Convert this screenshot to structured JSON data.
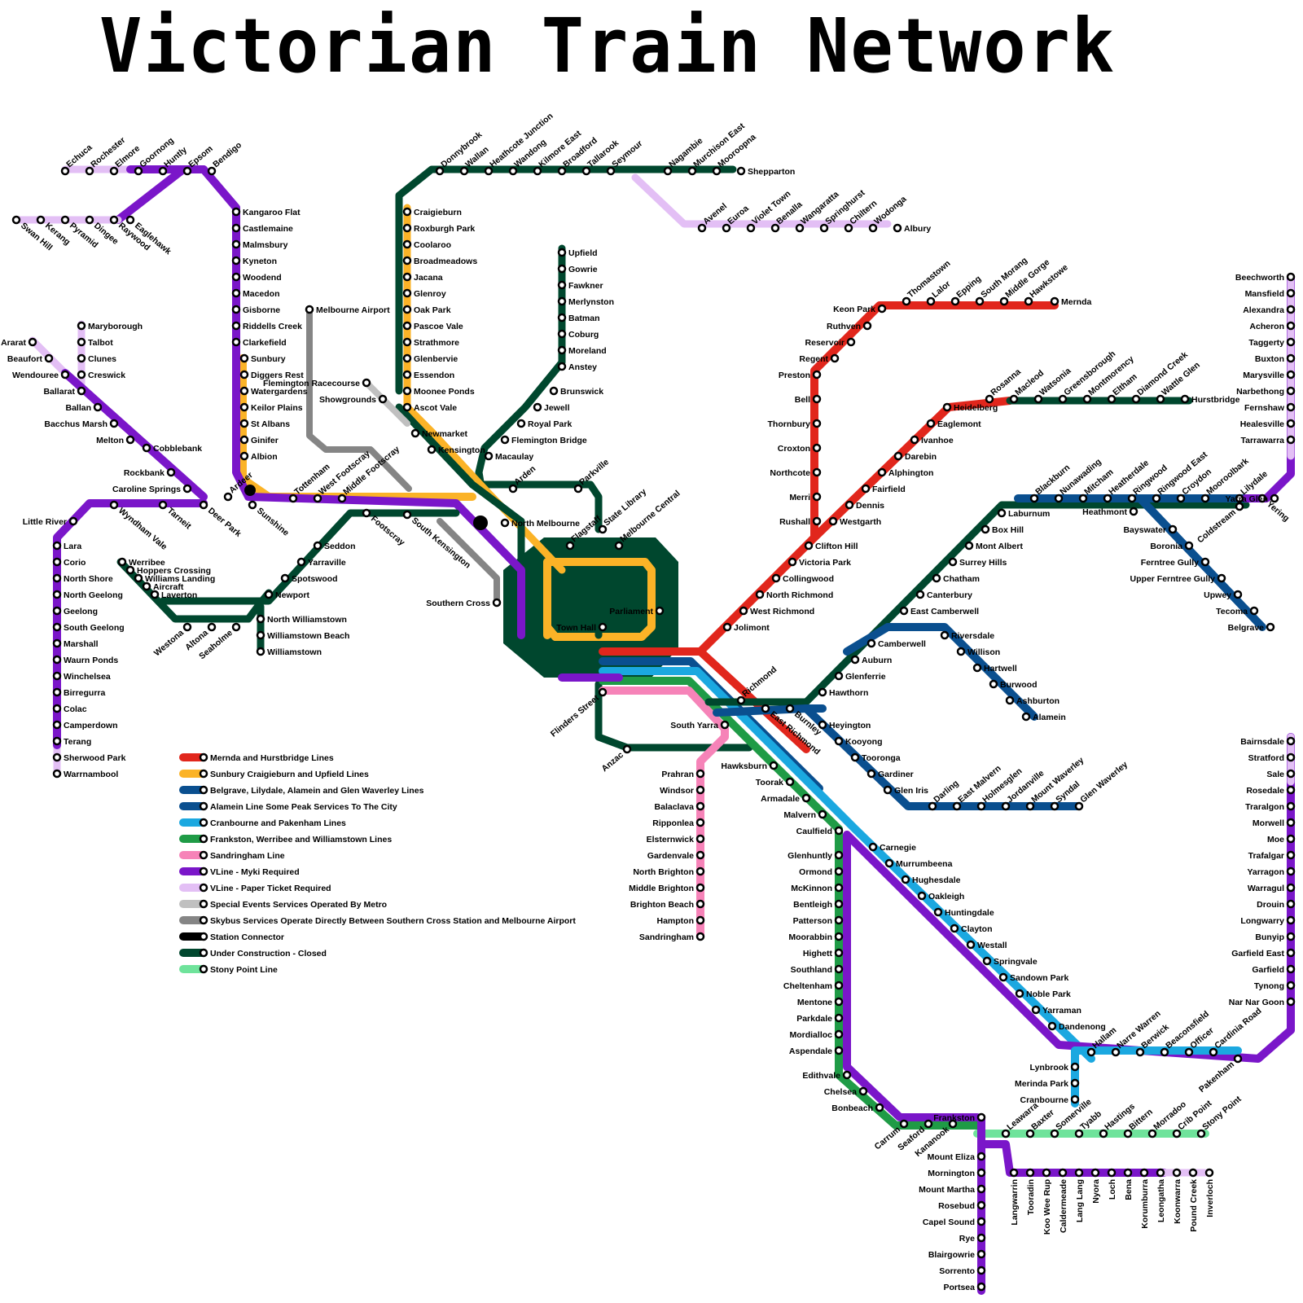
{
  "title": "Victorian Train Network",
  "colors": {
    "red": "#e1261c",
    "orange": "#fbb327",
    "blue": "#0a4f8f",
    "cyan": "#1ba8e0",
    "green": "#1f9b46",
    "pink": "#f683b8",
    "purple": "#7a16c9",
    "lilac": "#e3bff5",
    "lightgrey": "#c0c0c0",
    "grey": "#858585",
    "black": "#000000",
    "darkgreen": "#00472e",
    "mint": "#6fe39b"
  },
  "legend": [
    {
      "color": "red",
      "label": "Mernda and Hurstbridge Lines"
    },
    {
      "color": "orange",
      "label": "Sunbury Craigieburn and Upfield Lines"
    },
    {
      "color": "blue",
      "label": "Belgrave, Lilydale, Alamein and Glen Waverley Lines"
    },
    {
      "color": "blue",
      "label": "Alamein Line Some Peak Services To The City"
    },
    {
      "color": "cyan",
      "label": "Cranbourne and Pakenham Lines"
    },
    {
      "color": "green",
      "label": "Frankston, Werribee and Williamstown Lines"
    },
    {
      "color": "pink",
      "label": "Sandringham Line"
    },
    {
      "color": "purple",
      "label": "VLine - Myki Required"
    },
    {
      "color": "lilac",
      "label": "VLine - Paper Ticket Required"
    },
    {
      "color": "lightgrey",
      "label": "Special Events Services Operated By Metro"
    },
    {
      "color": "grey",
      "label": "Skybus Services Operate Directly Between Southern Cross Station and Melbourne Airport"
    },
    {
      "color": "black",
      "label": "Station Connector"
    },
    {
      "color": "darkgreen",
      "label": "Under Construction - Closed"
    },
    {
      "color": "mint",
      "label": "Stony Point Line"
    }
  ],
  "stations": {
    "mernda": [
      "Keon Park",
      "Thomastown",
      "Lalor",
      "Epping",
      "South Morang",
      "Middle Gorge",
      "Hawkstowe",
      "Mernda",
      "Ruthven",
      "Reservoir",
      "Regent",
      "Preston",
      "Bell",
      "Thornbury",
      "Croxton",
      "Northcote",
      "Merri",
      "Rushall",
      "Clifton Hill",
      "Victoria Park",
      "Collingwood",
      "North Richmond",
      "West Richmond",
      "Jolimont"
    ],
    "hurstbridge": [
      "Westgarth",
      "Dennis",
      "Fairfield",
      "Alphington",
      "Darebin",
      "Ivanhoe",
      "Eaglemont",
      "Heidelberg",
      "Rosanna",
      "Macleod",
      "Watsonia",
      "Greensborough",
      "Montmorency",
      "Eltham",
      "Diamond Creek",
      "Wattle Glen",
      "Hurstbridge"
    ],
    "craigieburn": [
      "Craigieburn",
      "Roxburgh Park",
      "Coolaroo",
      "Broadmeadows",
      "Jacana",
      "Glenroy",
      "Oak Park",
      "Pascoe Vale",
      "Strathmore",
      "Glenbervie",
      "Essendon",
      "Moonee Ponds",
      "Ascot Vale",
      "Newmarket",
      "Kensington"
    ],
    "upfield": [
      "Upfield",
      "Gowrie",
      "Fawkner",
      "Merlynston",
      "Batman",
      "Coburg",
      "Moreland",
      "Anstey",
      "Brunswick",
      "Jewell",
      "Royal Park",
      "Flemington Bridge",
      "Macaulay"
    ],
    "sunbury": [
      "Kangaroo Flat",
      "Castlemaine",
      "Malmsbury",
      "Kyneton",
      "Woodend",
      "Macedon",
      "Gisborne",
      "Riddells Creek",
      "Clarkefield",
      "Sunbury",
      "Diggers Rest",
      "Watergardens",
      "Keilor Plains",
      "St Albans",
      "Ginifer",
      "Albion",
      "Sunshine",
      "Tottenham",
      "West Footscray",
      "Middle Footscray",
      "Footscray",
      "South Kensington"
    ],
    "northeast": [
      "Donnybrook",
      "Wallan",
      "Heathcote Junction",
      "Wandong",
      "Kilmore East",
      "Broadford",
      "Tallarook",
      "Seymour",
      "Nagambie",
      "Murchison East",
      "Mooroopna",
      "Shepparton",
      "Avenel",
      "Euroa",
      "Violet Town",
      "Benalla",
      "Wangaratta",
      "Springhurst",
      "Chiltern",
      "Wodonga",
      "Albury"
    ],
    "bendigo": [
      "Echuca",
      "Rochester",
      "Elmore",
      "Goornong",
      "Huntly",
      "Epsom",
      "Bendigo",
      "Swan Hill",
      "Kerang",
      "Pyramid",
      "Dingee",
      "Raywood",
      "Eaglehawk"
    ],
    "ballarat": [
      "Ararat",
      "Beaufort",
      "Wendouree",
      "Maryborough",
      "Talbot",
      "Clunes",
      "Creswick",
      "Ballarat",
      "Ballan",
      "Bacchus Marsh",
      "Melton",
      "Cobblebank",
      "Rockbank",
      "Caroline Springs",
      "Ardeer",
      "Deer Park",
      "Tarneit",
      "Wyndham Vale",
      "Little River"
    ],
    "geelong": [
      "Lara",
      "Corio",
      "North Shore",
      "North Geelong",
      "Geelong",
      "South Geelong",
      "Marshall",
      "Waurn Ponds",
      "Winchelsea",
      "Birregurra",
      "Colac",
      "Camperdown",
      "Terang",
      "Sherwood Park",
      "Warrnambool"
    ],
    "werribee": [
      "Werribee",
      "Hoppers Crossing",
      "Williams Landing",
      "Aircraft",
      "Laverton",
      "Westona",
      "Altona",
      "Seaholme",
      "Newport",
      "Spotswood",
      "Yarraville",
      "Seddon",
      "North Williamstown",
      "Williamstown Beach",
      "Williamstown"
    ],
    "city": [
      "Melbourne Airport",
      "Flemington Racecourse",
      "Showgrounds",
      "Southern Cross",
      "North Melbourne",
      "Arden",
      "Parkville",
      "State Library",
      "Melbourne Central",
      "Flagstaff",
      "Parliament",
      "Town Hall",
      "Flinders Street",
      "Anzac",
      "Richmond",
      "East Richmond",
      "Burnley",
      "South Yarra"
    ],
    "lilydale": [
      "Hawthorn",
      "Glenferrie",
      "Auburn",
      "Camberwell",
      "East Camberwell",
      "Canterbury",
      "Chatham",
      "Surrey Hills",
      "Mont Albert",
      "Box Hill",
      "Laburnum",
      "Blackburn",
      "Nunawading",
      "Mitcham",
      "Heatherdale",
      "Ringwood",
      "Ringwood East",
      "Croydon",
      "Mooroolbark",
      "Lilydale",
      "Coldstream",
      "Yarra Glen",
      "Yering",
      "Heathmont",
      "Bayswater",
      "Boronia",
      "Ferntree Gully",
      "Upper Ferntree Gully",
      "Upwey",
      "Tecoma",
      "Belgrave"
    ],
    "healesville": [
      "Beechworth",
      "Mansfield",
      "Alexandra",
      "Acheron",
      "Taggerty",
      "Buxton",
      "Marysville",
      "Narbethong",
      "Fernshaw",
      "Healesville",
      "Tarrawarra"
    ],
    "alamein": [
      "Riversdale",
      "Willison",
      "Hartwell",
      "Burwood",
      "Ashburton",
      "Alamein"
    ],
    "glenwaverley": [
      "Heyington",
      "Kooyong",
      "Tooronga",
      "Gardiner",
      "Glen Iris",
      "Darling",
      "East Malvern",
      "Holmesglen",
      "Jordanville",
      "Mount Waverley",
      "Syndal",
      "Glen Waverley"
    ],
    "sandringham": [
      "Prahran",
      "Windsor",
      "Balaclava",
      "Ripponlea",
      "Elsternwick",
      "Gardenvale",
      "North Brighton",
      "Middle Brighton",
      "Brighton Beach",
      "Hampton",
      "Sandringham"
    ],
    "frankston": [
      "Hawksburn",
      "Toorak",
      "Armadale",
      "Malvern",
      "Caulfield",
      "Glenhuntly",
      "Ormond",
      "McKinnon",
      "Bentleigh",
      "Patterson",
      "Moorabbin",
      "Highett",
      "Southland",
      "Cheltenham",
      "Mentone",
      "Parkdale",
      "Mordialloc",
      "Aspendale",
      "Edithvale",
      "Chelsea",
      "Bonbeach",
      "Carrum",
      "Seaford",
      "Kananook",
      "Frankston"
    ],
    "pakenham": [
      "Carnegie",
      "Murrumbeena",
      "Hughesdale",
      "Oakleigh",
      "Huntingdale",
      "Clayton",
      "Westall",
      "Springvale",
      "Sandown Park",
      "Noble Park",
      "Yarraman",
      "Dandenong",
      "Hallam",
      "Narre Warren",
      "Berwick",
      "Beaconsfield",
      "Officer",
      "Cardinia Road",
      "Pakenham",
      "Lynbrook",
      "Merinda Park",
      "Cranbourne"
    ],
    "gippsland": [
      "Bairnsdale",
      "Stratford",
      "Sale",
      "Rosedale",
      "Traralgon",
      "Morwell",
      "Moe",
      "Trafalgar",
      "Yarragon",
      "Warragul",
      "Drouin",
      "Longwarry",
      "Bunyip",
      "Garfield East",
      "Garfield",
      "Tynong",
      "Nar Nar Goon"
    ],
    "stonypoint": [
      "Leawarra",
      "Baxter",
      "Somerville",
      "Tyabb",
      "Hastings",
      "Bittern",
      "Morradoo",
      "Crib Point",
      "Stony Point"
    ],
    "mornington": [
      "Mount Eliza",
      "Mornington",
      "Mount Martha",
      "Rosebud",
      "Capel Sound",
      "Rye",
      "Blairgowrie",
      "Sorrento",
      "Portsea"
    ],
    "southgippsland": [
      "Langwarrin",
      "Tooradin",
      "Koo Wee Rup",
      "Caldermeade",
      "Lang Lang",
      "Nyora",
      "Loch",
      "Bena",
      "Korumburra",
      "Leongatha",
      "Koonwarra",
      "Pound Creek",
      "Inverloch"
    ]
  }
}
